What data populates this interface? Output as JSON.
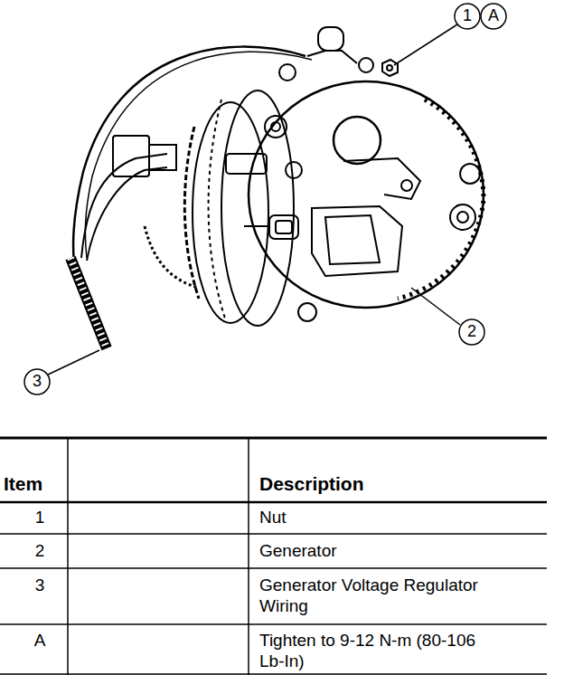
{
  "diagram": {
    "labels": [
      "1",
      "A",
      "2",
      "3",
      "Item",
      "Description",
      "1",
      "Nut",
      "2",
      "Generator",
      "3",
      "Generator Voltage Regulator Wiring",
      "A",
      "Tighten to 9-12 N-m (80-106 Lb-In)"
    ]
  }
}
